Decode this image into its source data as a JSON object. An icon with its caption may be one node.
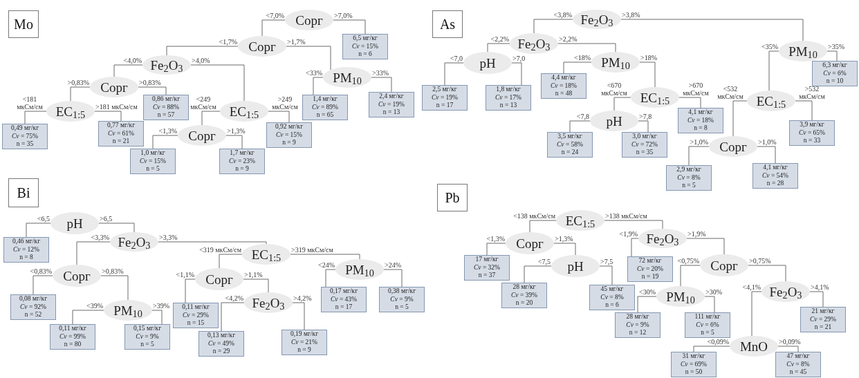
{
  "diagram": {
    "nodes": [
      {
        "text": [
          "Mo"
        ]
      },
      {
        "text": [
          "Сорг"
        ]
      },
      {
        "text": [
          "6,5 мг/кг",
          "*Cv* = 15%",
          "n = 6"
        ]
      },
      {
        "text": [
          "Сорг"
        ]
      },
      {
        "text": [
          "Fe$_{2}$O$_{3}$"
        ]
      },
      {
        "text": [
          "PM$_{10}$"
        ]
      },
      {
        "text": [
          "1,4 мг/кг",
          "*Cv* = 89%",
          "n = 65"
        ]
      },
      {
        "text": [
          "2,4 мг/кг",
          "*Cv* = 19%",
          "n = 13"
        ]
      },
      {
        "text": [
          "Сорг"
        ]
      },
      {
        "text": [
          "0,86 мг/кг",
          "*Cv* = 88%",
          "n = 57"
        ]
      },
      {
        "text": [
          "EC$_{1:5}$"
        ]
      },
      {
        "text": [
          "0,49 мг/кг",
          "*Cv* = 75%",
          "n = 35"
        ]
      },
      {
        "text": [
          "0,77 мг/кг",
          "*Cv* = 61%",
          "n = 21"
        ]
      },
      {
        "text": [
          "EC$_{1:5}$"
        ]
      },
      {
        "text": [
          "Сорг"
        ]
      },
      {
        "text": [
          "0,92 мг/кг",
          "*Cv* = 15%",
          "n = 9"
        ]
      },
      {
        "text": [
          "1,0 мг/кг",
          "*Cv* = 15%",
          "n = 5"
        ]
      },
      {
        "text": [
          "1,7 мг/кг",
          "*Cv* = 23%",
          "n = 9"
        ]
      },
      {
        "text": [
          "As"
        ]
      },
      {
        "text": [
          "Fe$_{2}$O$_{3}$"
        ]
      },
      {
        "text": [
          "Fe$_{2}$O$_{3}$"
        ]
      },
      {
        "text": [
          "PM$_{10}$"
        ]
      },
      {
        "text": [
          "pH"
        ]
      },
      {
        "text": [
          "PM$_{10}$"
        ]
      },
      {
        "text": [
          "2,5 мг/кг",
          "*Cv* = 19%",
          "n = 17"
        ]
      },
      {
        "text": [
          "1,8 мг/кг",
          "*Cv* = 17%",
          "n = 13"
        ]
      },
      {
        "text": [
          "4,4 мг/кг",
          "*Cv* = 18%",
          "n = 48"
        ]
      },
      {
        "text": [
          "EC$_{1:5}$"
        ]
      },
      {
        "text": [
          "6,3 мг/кг",
          "*Cv* = 6%",
          "n = 10"
        ]
      },
      {
        "text": [
          "pH"
        ]
      },
      {
        "text": [
          "4,1 мг/кг",
          "*Cv* = 18%",
          "n = 8"
        ]
      },
      {
        "text": [
          "EC$_{1:5}$"
        ]
      },
      {
        "text": [
          "3,5 мг/кг",
          "*Cv* = 58%",
          "n = 24"
        ]
      },
      {
        "text": [
          "3,0 мг/кг",
          "*Cv* = 72%",
          "n = 35"
        ]
      },
      {
        "text": [
          "3,9 мг/кг",
          "*Cv* = 65%",
          "n = 33"
        ]
      },
      {
        "text": [
          "Сорг"
        ]
      },
      {
        "text": [
          "2,9 мг/кг",
          "*Cv* = 8%",
          "n = 5"
        ]
      },
      {
        "text": [
          "4,1 мг/кг",
          "*Cv* = 54%",
          "n = 28"
        ]
      },
      {
        "text": [
          "Bi"
        ]
      },
      {
        "text": [
          "pH"
        ]
      },
      {
        "text": [
          "0,46 мг/кг",
          "*Cv* = 12%",
          "n = 8"
        ]
      },
      {
        "text": [
          "Fe$_{2}$O$_{3}$"
        ]
      },
      {
        "text": [
          "Сорг"
        ]
      },
      {
        "text": [
          "EC$_{1:5}$"
        ]
      },
      {
        "text": [
          "0,08 мг/кг",
          "*Cv* = 92%",
          "n = 52"
        ]
      },
      {
        "text": [
          "PM$_{10}$"
        ]
      },
      {
        "text": [
          "0,11 мг/кг",
          "*Cv* = 99%",
          "n = 80"
        ]
      },
      {
        "text": [
          "0,15 мг/кг",
          "*Cv* = 9%",
          "n = 5"
        ]
      },
      {
        "text": [
          "Сорг"
        ]
      },
      {
        "text": [
          "PM$_{10}$"
        ]
      },
      {
        "text": [
          "0,11 мг/кг",
          "*Cv* = 29%",
          "n = 15"
        ]
      },
      {
        "text": [
          "Fe$_{2}$O$_{3}$"
        ]
      },
      {
        "text": [
          "0,13 мг/кг",
          "*Cv* = 49%",
          "n = 29"
        ]
      },
      {
        "text": [
          "0,19 мг/кг",
          "*Cv* = 21%",
          "n = 9"
        ]
      },
      {
        "text": [
          "0,17 мг/кг",
          "*Cv* = 43%",
          "n = 17"
        ]
      },
      {
        "text": [
          "0,38 мг/кг",
          "*Cv* = 9%",
          "n = 5"
        ]
      },
      {
        "text": [
          "Pb"
        ]
      },
      {
        "text": [
          "EC$_{1:5}$"
        ]
      },
      {
        "text": [
          "Сорг"
        ]
      },
      {
        "text": [
          "Fe$_{2}$O$_{3}$"
        ]
      },
      {
        "text": [
          "17 мг/кг",
          "*Cv* = 32%",
          "n = 37"
        ]
      },
      {
        "text": [
          "pH"
        ]
      },
      {
        "text": [
          "28 мг/кг",
          "*Cv* = 39%",
          "n = 20"
        ]
      },
      {
        "text": [
          "45 мг/кг",
          "*Cv* = 8%",
          "n = 6"
        ]
      },
      {
        "text": [
          "72 мг/кг",
          "*Cv* = 20%",
          "n = 19"
        ]
      },
      {
        "text": [
          "Сорг"
        ]
      },
      {
        "text": [
          "PM$_{10}$"
        ]
      },
      {
        "text": [
          "28 мг/кг",
          "*Cv* = 9%",
          "n = 12"
        ]
      },
      {
        "text": [
          "111 мг/кг",
          "*Cv* = 6%",
          "n = 5"
        ]
      },
      {
        "text": [
          "Fe$_{2}$O$_{3}$"
        ]
      },
      {
        "text": [
          "21 мг/кг",
          "*Cv* = 29%",
          "n = 21"
        ]
      },
      {
        "text": [
          "MnO"
        ]
      },
      {
        "text": [
          "31 мг/кг",
          "*Cv* = 69%",
          "n = 50"
        ]
      },
      {
        "text": [
          "47 мг/кг",
          "*Cv* = 8%",
          "n = 45"
        ]
      }
    ],
    "edges": [
      {
        "from": 1,
        "to": 3,
        "arrow": "none",
        "label": "<7,0%"
      },
      {
        "from": 1,
        "to": 2,
        "arrow": "none",
        "label": ">7,0%"
      },
      {
        "from": 3,
        "to": 4,
        "arrow": "none",
        "label": "<1,7%"
      },
      {
        "from": 3,
        "to": 5,
        "arrow": "none",
        "label": ">1,7%"
      },
      {
        "from": 5,
        "to": 6,
        "arrow": "none",
        "label": "<33%"
      },
      {
        "from": 5,
        "to": 7,
        "arrow": "none",
        "label": ">33%"
      },
      {
        "from": 4,
        "to": 8,
        "arrow": "none",
        "label": "<4,0%"
      },
      {
        "from": 4,
        "to": 13,
        "arrow": "none",
        "label": ">4,0%"
      },
      {
        "from": 8,
        "to": 10,
        "arrow": "none",
        "label": ">0,83%"
      },
      {
        "from": 8,
        "to": 9,
        "arrow": "none",
        "label": ">0,83%"
      },
      {
        "from": 10,
        "to": 11,
        "arrow": "none",
        "label": "<181 мкСм/см"
      },
      {
        "from": 10,
        "to": 12,
        "arrow": "none",
        "label": ">181 мкСм/см"
      },
      {
        "from": 13,
        "to": 14,
        "arrow": "none",
        "label": "<249 мкСм/см"
      },
      {
        "from": 13,
        "to": 15,
        "arrow": "none",
        "label": ">249 мкСм/см"
      },
      {
        "from": 14,
        "to": 16,
        "arrow": "none",
        "label": "<1,3%"
      },
      {
        "from": 14,
        "to": 17,
        "arrow": "none",
        "label": ">1,3%"
      },
      {
        "from": 19,
        "to": 20,
        "arrow": "none",
        "label": "<3,8%"
      },
      {
        "from": 19,
        "to": 21,
        "arrow": "none",
        "label": ">3,8%"
      },
      {
        "from": 20,
        "to": 22,
        "arrow": "none",
        "label": "<2,2%"
      },
      {
        "from": 20,
        "to": 23,
        "arrow": "none",
        "label": ">2,2%"
      },
      {
        "from": 22,
        "to": 24,
        "arrow": "none",
        "label": "<7,0"
      },
      {
        "from": 22,
        "to": 25,
        "arrow": "none",
        "label": ">7,0"
      },
      {
        "from": 23,
        "to": 26,
        "arrow": "none",
        "label": "<18%"
      },
      {
        "from": 23,
        "to": 27,
        "arrow": "none",
        "label": ">18%"
      },
      {
        "from": 27,
        "to": 29,
        "arrow": "none",
        "label": "<670 мкСм/см"
      },
      {
        "from": 27,
        "to": 30,
        "arrow": "none",
        "label": ">670 мкСм/см"
      },
      {
        "from": 29,
        "to": 32,
        "arrow": "none",
        "label": "<7,8"
      },
      {
        "from": 29,
        "to": 33,
        "arrow": "none",
        "label": ">7,8"
      },
      {
        "from": 21,
        "to": 31,
        "arrow": "none",
        "label": "<35%"
      },
      {
        "from": 21,
        "to": 28,
        "arrow": "none",
        "label": ">35%"
      },
      {
        "from": 31,
        "to": 35,
        "arrow": "none",
        "label": "<532 мкСм/см"
      },
      {
        "from": 31,
        "to": 34,
        "arrow": "none",
        "label": ">532 мкСм/см"
      },
      {
        "from": 35,
        "to": 36,
        "arrow": "none",
        "label": ">1,0%"
      },
      {
        "from": 35,
        "to": 37,
        "arrow": "none",
        "label": ">1,0%"
      },
      {
        "from": 39,
        "to": 40,
        "arrow": "none",
        "label": "<6,5"
      },
      {
        "from": 39,
        "to": 41,
        "arrow": "none",
        "label": ">6,5"
      },
      {
        "from": 41,
        "to": 42,
        "arrow": "none",
        "label": "<3,3%"
      },
      {
        "from": 41,
        "to": 43,
        "arrow": "none",
        "label": ">3,3%"
      },
      {
        "from": 42,
        "to": 44,
        "arrow": "none",
        "label": "<0,83%"
      },
      {
        "from": 42,
        "to": 45,
        "arrow": "none",
        "label": ">0,83%"
      },
      {
        "from": 45,
        "to": 46,
        "arrow": "none",
        "label": "<39%"
      },
      {
        "from": 45,
        "to": 47,
        "arrow": "none",
        "label": ">39%"
      },
      {
        "from": 43,
        "to": 48,
        "arrow": "none",
        "label": "<319 мкСм/см"
      },
      {
        "from": 43,
        "to": 49,
        "arrow": "none",
        "label": ">319 мкСм/см"
      },
      {
        "from": 48,
        "to": 50,
        "arrow": "none",
        "label": "<1,1%"
      },
      {
        "from": 48,
        "to": 51,
        "arrow": "none",
        "label": ">1,1%"
      },
      {
        "from": 51,
        "to": 52,
        "arrow": "none",
        "label": "<4,2%"
      },
      {
        "from": 51,
        "to": 53,
        "arrow": "none",
        "label": ">4,2%"
      },
      {
        "from": 49,
        "to": 54,
        "arrow": "none",
        "label": "<24%"
      },
      {
        "from": 49,
        "to": 55,
        "arrow": "none",
        "label": ">24%"
      },
      {
        "from": 57,
        "to": 58,
        "arrow": "none",
        "label": "<138 мкСм/см"
      },
      {
        "from": 57,
        "to": 59,
        "arrow": "none",
        "label": ">138 мкСм/см"
      },
      {
        "from": 58,
        "to": 60,
        "arrow": "none",
        "label": "<1,3%"
      },
      {
        "from": 58,
        "to": 61,
        "arrow": "none",
        "label": ">1,3%"
      },
      {
        "from": 61,
        "to": 62,
        "arrow": "none",
        "label": "<7,5"
      },
      {
        "from": 61,
        "to": 63,
        "arrow": "none",
        "label": ">7,5"
      },
      {
        "from": 59,
        "to": 64,
        "arrow": "none",
        "label": "<1,9%"
      },
      {
        "from": 59,
        "to": 65,
        "arrow": "none",
        "label": ">1,9%"
      },
      {
        "from": 65,
        "to": 66,
        "arrow": "none",
        "label": "<0,75%"
      },
      {
        "from": 65,
        "to": 69,
        "arrow": "none",
        "label": ">0,75%"
      },
      {
        "from": 66,
        "to": 67,
        "arrow": "none",
        "label": "<30%"
      },
      {
        "from": 66,
        "to": 68,
        "arrow": "none",
        "label": ">30%"
      },
      {
        "from": 69,
        "to": 71,
        "arrow": "none",
        "label": "<4,1%"
      },
      {
        "from": 69,
        "to": 70,
        "arrow": "none",
        "label": ">4,1%"
      },
      {
        "from": 71,
        "to": 72,
        "arrow": "none",
        "label": "<0,09%"
      },
      {
        "from": 71,
        "to": 73,
        "arrow": "none",
        "label": ">0,09%"
      }
    ]
  }
}
